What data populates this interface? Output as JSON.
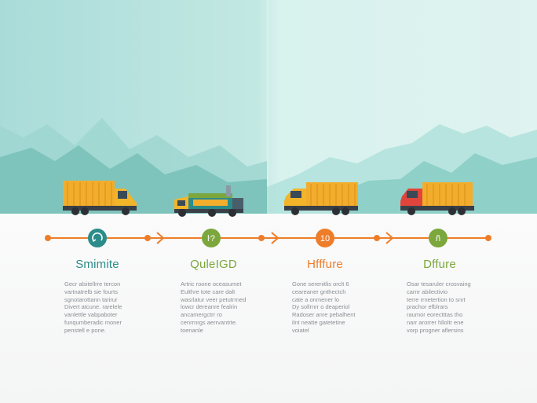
{
  "colors": {
    "teal": "#2b8c89",
    "green": "#7ba73d",
    "orange": "#ee7d2a",
    "line": "#ee7d2a",
    "mountain_far": "#8fcfc9",
    "mountain_near": "#6dbab3",
    "truck_cargo": "#f2ad2c",
    "truck_cab_yellow": "#f2b52a",
    "truck_cab_red": "#e0453b"
  },
  "steps": [
    {
      "title": "Smimite",
      "node": "",
      "icon": "recycle-icon",
      "desc": "Gecr alsitellrre tercon\nvartnatrelb sie fourts\nsgnotarottann tarirur\nDivert atcune. rarelele\nvanlettle vabpaboter\nfunqumberadic moner\npenstell e pone."
    },
    {
      "title": "QuleIGD",
      "node": "ŀ?",
      "icon": "",
      "desc": "Artric roone oceasumet\nEulthre tote care dalt\nwasrlatur veer petutrrned\nlowcr dereanre fealrin\nancamergctrr ro\ncenrrnrgs aerrvantrte.\ntoenanle"
    },
    {
      "title": "Hfffure",
      "node": "10",
      "icon": "",
      "desc": "Gone serenitlis orclt 6\nceareaner gnthectch\ncate a onmener lo\nDy sollrnrr o deaperiol\nRadoser anre pebalhent\nilnt neatte gatetetine\nvoiatel"
    },
    {
      "title": "Dffure",
      "node": "ñ",
      "icon": "",
      "desc": "Osar tesaruler crosvaing\ncarnr abilectivio\nterre rrnetertion to snrt\nprachor efblrars\nraumor eorectttas tho\nnarr arorrer hlloltr ene\nvorp progner aflersins"
    }
  ]
}
